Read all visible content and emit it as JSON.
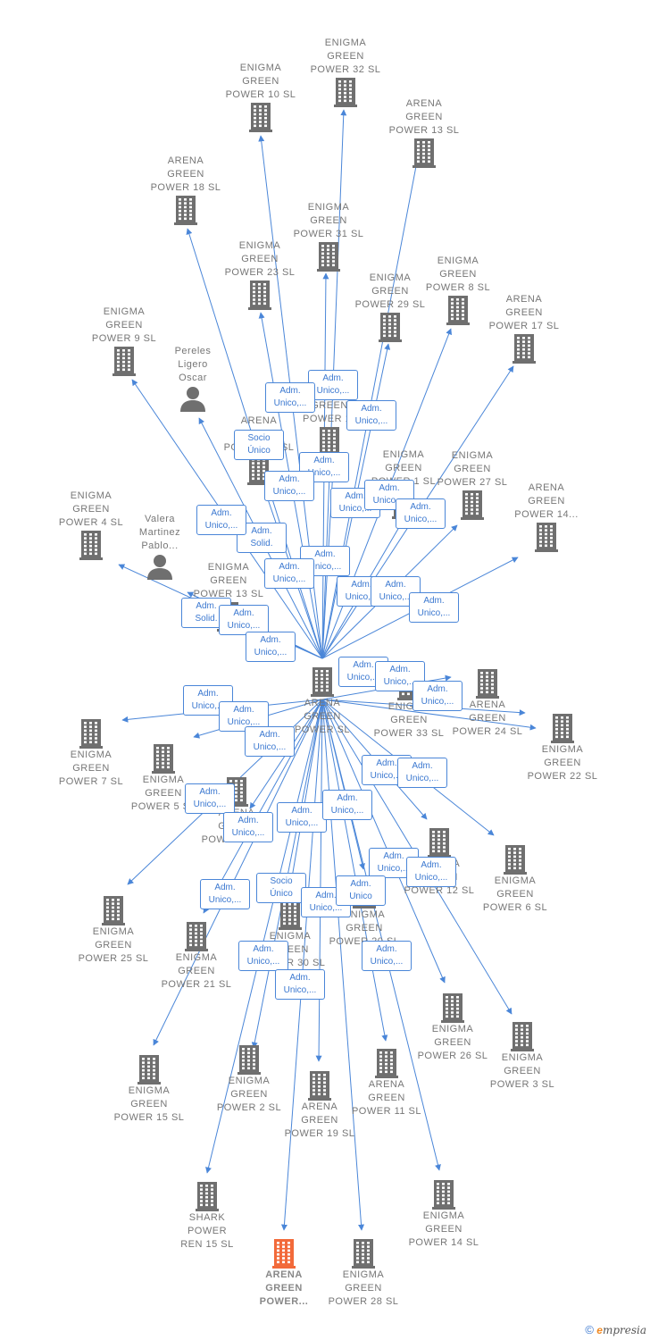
{
  "colors": {
    "edge": "#4a86d8",
    "building": "#6f6f6f",
    "highlight": "#f26a3a",
    "label": "#777777",
    "relation": "#3b78d0"
  },
  "center": {
    "label": "ARENA\nGREEN\nPOWER  SL",
    "icon": "building-icon"
  },
  "highlight": {
    "label": "ARENA\nGREEN\nPOWER...",
    "icon": "building-icon"
  },
  "nodes": [
    {
      "label": "ENIGMA\nGREEN\nPOWER 32  SL",
      "icon": "building-icon"
    },
    {
      "label": "ENIGMA\nGREEN\nPOWER 10  SL",
      "icon": "building-icon"
    },
    {
      "label": "ARENA\nGREEN\nPOWER 13  SL",
      "icon": "building-icon"
    },
    {
      "label": "ARENA\nGREEN\nPOWER 18  SL",
      "icon": "building-icon"
    },
    {
      "label": "ENIGMA\nGREEN\nPOWER 31  SL",
      "icon": "building-icon"
    },
    {
      "label": "ENIGMA\nGREEN\nPOWER 23  SL",
      "icon": "building-icon"
    },
    {
      "label": "ENIGMA\nGREEN\nPOWER 8  SL",
      "icon": "building-icon"
    },
    {
      "label": "ENIGMA\nGREEN\nPOWER 29  SL",
      "icon": "building-icon"
    },
    {
      "label": "ARENA\nGREEN\nPOWER 17  SL",
      "icon": "building-icon"
    },
    {
      "label": "ENIGMA\nGREEN\nPOWER 9  SL",
      "icon": "building-icon"
    },
    {
      "label": "Pereles\nLigero\nOscar",
      "icon": "person-icon"
    },
    {
      "label": "ARENA\nGREEN\nPOWER 11",
      "icon": "building-icon"
    },
    {
      "label": "ARENA\nGREEN\nPOWER 16  SL",
      "icon": "building-icon"
    },
    {
      "label": "ENIGMA\nGREEN\nPOWER 1  SL",
      "icon": "building-icon"
    },
    {
      "label": "ENIGMA\nGREEN\nPOWER 27  SL",
      "icon": "building-icon"
    },
    {
      "label": "ARENA\nGREEN\nPOWER 14...",
      "icon": "building-icon"
    },
    {
      "label": "ENIGMA\nGREEN\nPOWER 4  SL",
      "icon": "building-icon"
    },
    {
      "label": "Valera\nMartinez\nPablo...",
      "icon": "person-icon"
    },
    {
      "label": "ENIGMA\nGREEN\nPOWER 13  SL",
      "icon": "building-icon"
    },
    {
      "label": "ENIGMA\nGREEN\nPOWER 33  SL",
      "icon": "building-icon"
    },
    {
      "label": "ARENA\nGREEN\nPOWER 24  SL",
      "icon": "building-icon"
    },
    {
      "label": "ENIGMA\nGREEN\nPOWER 22  SL",
      "icon": "building-icon"
    },
    {
      "label": "ENIGMA\nGREEN\nPOWER 7  SL",
      "icon": "building-icon"
    },
    {
      "label": "ENIGMA\nGREEN\nPOWER 5  SL",
      "icon": "building-icon"
    },
    {
      "label": "ARENA\nGREEN\nPOWER 16  SL",
      "icon": "building-icon"
    },
    {
      "label": "ENIGMA\nGREEN\nPOWER 12  SL",
      "icon": "building-icon"
    },
    {
      "label": "ENIGMA\nGREEN\nPOWER 6  SL",
      "icon": "building-icon"
    },
    {
      "label": "ENIGMA\nGREEN\nPOWER 25  SL",
      "icon": "building-icon"
    },
    {
      "label": "ENIGMA\nGREEN\nPOWER 21  SL",
      "icon": "building-icon"
    },
    {
      "label": "ENIGMA\nGREEN\nPOWER 30  SL",
      "icon": "building-icon"
    },
    {
      "label": "ENIGMA\nGREEN\nPOWER 20  SL",
      "icon": "building-icon"
    },
    {
      "label": "ENIGMA\nGREEN\nPOWER 15  SL",
      "icon": "building-icon"
    },
    {
      "label": "ENIGMA\nGREEN\nPOWER 2  SL",
      "icon": "building-icon"
    },
    {
      "label": "ARENA\nGREEN\nPOWER 19  SL",
      "icon": "building-icon"
    },
    {
      "label": "ARENA\nGREEN\nPOWER 11  SL",
      "icon": "building-icon"
    },
    {
      "label": "ENIGMA\nGREEN\nPOWER 26  SL",
      "icon": "building-icon"
    },
    {
      "label": "ENIGMA\nGREEN\nPOWER 3  SL",
      "icon": "building-icon"
    },
    {
      "label": "SHARK\nPOWER\nREN 15  SL",
      "icon": "building-icon"
    },
    {
      "label": "ENIGMA\nGREEN\nPOWER 14  SL",
      "icon": "building-icon"
    },
    {
      "label": "ENIGMA\nGREEN\nPOWER 28  SL",
      "icon": "building-icon"
    }
  ],
  "relations": [
    "Adm.\nUnico,...",
    "Adm.\nUnico,...",
    "Adm.\nUnico,...",
    "Socio\nÚnico",
    "Adm.\nUnico,...",
    "Adm.\nUnico,...",
    "Adm.\nUnico,...",
    "Adm.\nUnico,...",
    "Adm.\nUnico,...",
    "Adm.\nSolid.",
    "Adm.\nUnico,...",
    "Adm.\nUnico,...",
    "Adm.\nUnico,...",
    "Adm.\nUnico,...",
    "Adm.\nUnico,...",
    "Adm.\nUnico,...",
    "Adm.\nSolid.",
    "Adm.\nUnico,...",
    "Adm.\nUnico,...",
    "Adm.\nUnico,...",
    "Adm.\nUnico,...",
    "Adm.\nUnico,...",
    "Adm.\nUnico,...",
    "Adm.\nUnico,...",
    "Adm.\nUnico,...",
    "Adm.\nUnico,...",
    "Adm.\nUnico,...",
    "Adm.\nUnico,...",
    "Adm.\nUnico,...",
    "Adm.\nUnico,...",
    "Adm.\nUnico,...",
    "Adm.\nUnico,...",
    "Adm.\nUnico,...",
    "Adm.\nUnico,...",
    "Socio\nÚnico",
    "Adm.\nUnico,...",
    "Adm.\nUnico",
    "Adm.\nUnico,...",
    "Adm.\nUnico,...",
    "Adm.\nUnico,..."
  ],
  "footer": {
    "copyright": "©",
    "brand_e": "e",
    "brand": "mpresia"
  }
}
